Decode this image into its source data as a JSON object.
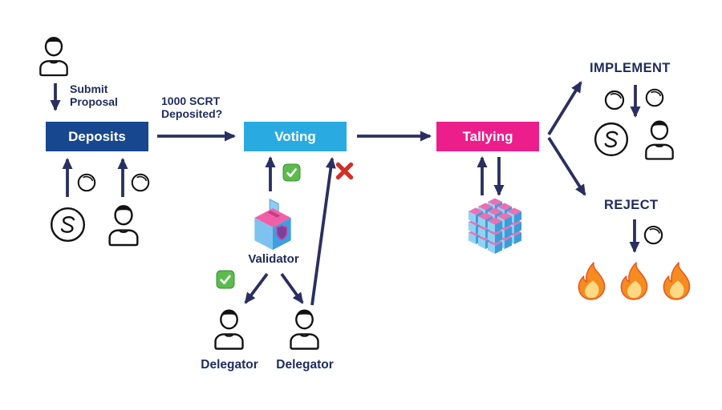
{
  "diagram": "Secret Network on-chain governance proposal flow",
  "labels": {
    "submit_line1": "Submit",
    "submit_line2": "Proposal",
    "deposit_q_line1": "1000 SCRT",
    "deposit_q_line2": "Deposited?",
    "validator": "Validator",
    "implement": "IMPLEMENT",
    "reject": "REJECT"
  },
  "stages": [
    {
      "label": "Deposits",
      "color": "#17478F"
    },
    {
      "label": "Voting",
      "color": "#29ABE2"
    },
    {
      "label": "Tallying",
      "color": "#EC1E8C"
    }
  ],
  "delegators": [
    {
      "label": "Delegator"
    },
    {
      "label": "Delegator"
    }
  ],
  "colors": {
    "navy_text": "#1F2B5B",
    "arrow": "#2A2F60",
    "stage_text": "#FFFFFF",
    "check_green": "#5DBB4D",
    "cross_red": "#D22F27",
    "ballot_pink": "#F25FA8",
    "cube_blue": "#3D9BD8",
    "fire_orange": "#F68B1F"
  },
  "icons": {
    "proposer": "person-icon",
    "depositor": "person-icon",
    "scrt_coin": "secret-s-coin-icon",
    "coin": "coin-icon",
    "ballot_box": "ballot-box-icon",
    "vote_yes": "green-check-icon",
    "vote_no": "red-x-icon",
    "tally_blocks": "block-lattice-icon",
    "burn": "fire-icon"
  }
}
